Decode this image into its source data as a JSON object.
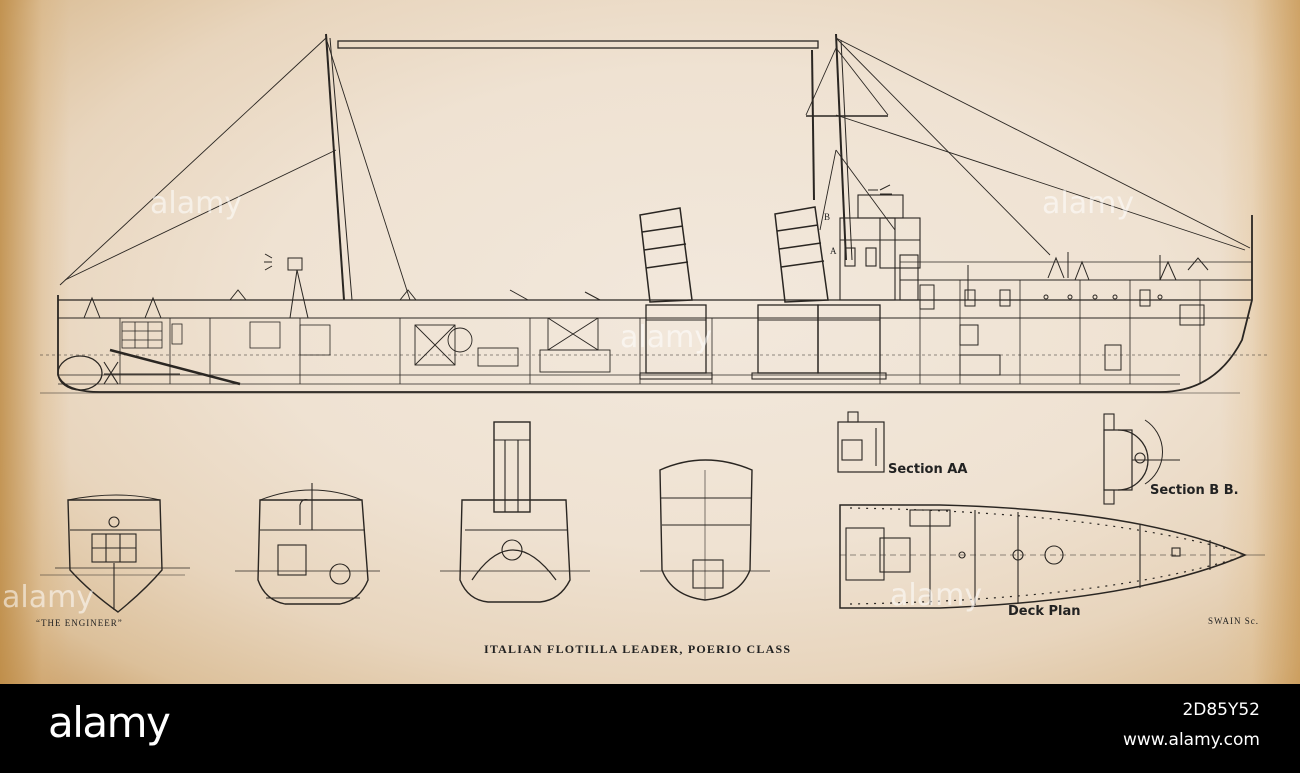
{
  "plate": {
    "caption": "ITALIAN FLOTILLA LEADER, POERIO CLASS",
    "credit_left": "“THE ENGINEER”",
    "credit_right": "SWAIN Sc.",
    "labels": {
      "section_aa": "Section AA",
      "section_bb": "Section B B.",
      "deck_plan": "Deck Plan",
      "marker_a": "A",
      "marker_b": "B"
    }
  },
  "watermark": {
    "text": "alamy"
  },
  "footer": {
    "brand": "alamy",
    "image_id": "2D85Y52",
    "site": "www.alamy.com"
  },
  "colors": {
    "ink": "#2a2622",
    "paper": "#efe2d2",
    "stain": "#c99d64",
    "footer_bg": "#000000"
  }
}
